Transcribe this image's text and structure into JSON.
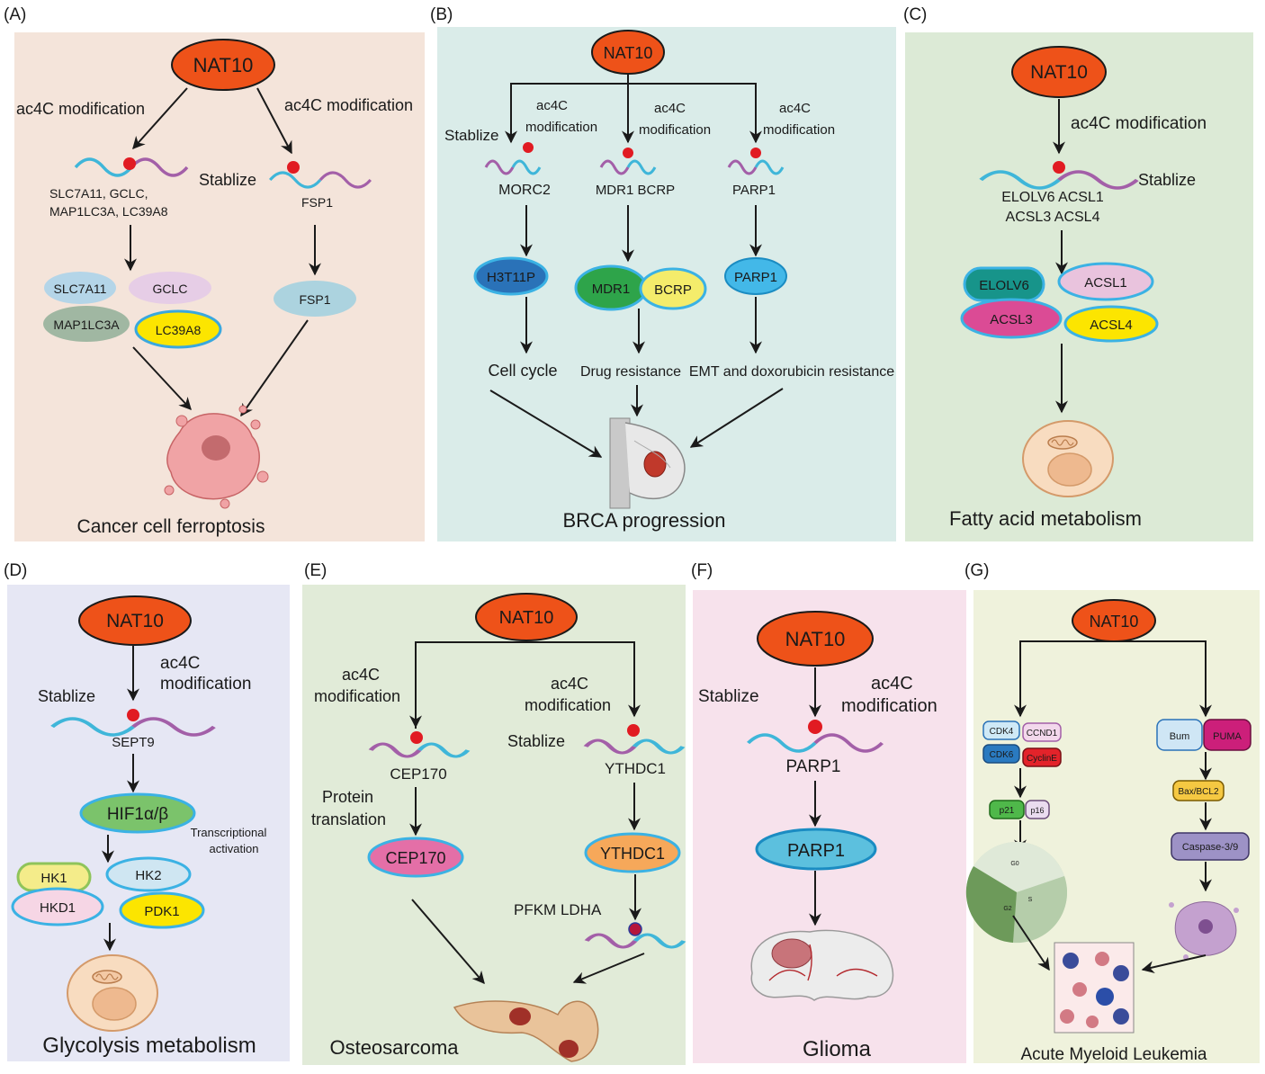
{
  "panels": {
    "a": {
      "letter": "(A)",
      "nat10": "NAT10",
      "ac4c_left": "ac4C modification",
      "ac4c_right": "ac4C modification",
      "stablize": "Stablize",
      "genes_line1": "SLC7A11, GCLC,",
      "genes_line2": "MAP1LC3A, LC39A8",
      "fsp1_mrna": "FSP1",
      "proteins": [
        "SLC7A11",
        "GCLC",
        "MAP1LC3A",
        "LC39A8"
      ],
      "fsp1_protein": "FSP1",
      "outcome": "Cancer cell ferroptosis"
    },
    "b": {
      "letter": "(B)",
      "nat10": "NAT10",
      "ac4c_1a": "ac4C",
      "ac4c_1b": "modification",
      "ac4c_2a": "ac4C",
      "ac4c_2b": "modification",
      "ac4c_3a": "ac4C",
      "ac4c_3b": "modification",
      "stablize": "Stablize",
      "mrna": [
        "MORC2",
        "MDR1 BCRP",
        "PARP1"
      ],
      "proteins": [
        "H3T11P",
        "MDR1",
        "BCRP",
        "PARP1"
      ],
      "effects": [
        "Cell cycle",
        "Drug resistance",
        "EMT and doxorubicin resistance"
      ],
      "outcome": "BRCA progression"
    },
    "c": {
      "letter": "(C)",
      "nat10": "NAT10",
      "ac4c": "ac4C modification",
      "stablize": "Stablize",
      "genes_line1": "ELOLV6 ACSL1",
      "genes_line2": "ACSL3 ACSL4",
      "proteins": [
        "ELOLV6",
        "ACSL1",
        "ACSL3",
        "ACSL4"
      ],
      "outcome": "Fatty acid metabolism"
    },
    "d": {
      "letter": "(D)",
      "nat10": "NAT10",
      "ac4c_a": "ac4C",
      "ac4c_b": "modification",
      "stablize": "Stablize",
      "mrna": "SEPT9",
      "hif": "HIF1α/β",
      "trans_a": "Transcriptional",
      "trans_b": "activation",
      "proteins": [
        "HK1",
        "HK2",
        "HKD1",
        "PDK1"
      ],
      "outcome": "Glycolysis metabolism"
    },
    "e": {
      "letter": "(E)",
      "nat10": "NAT10",
      "ac4c_l_a": "ac4C",
      "ac4c_l_b": "modification",
      "ac4c_r_a": "ac4C",
      "ac4c_r_b": "modification",
      "stablize": "Stablize",
      "mrna_left": "CEP170",
      "mrna_right": "YTHDC1",
      "prot_trans_a": "Protein",
      "prot_trans_b": "translation",
      "protein_left": "CEP170",
      "protein_right": "YTHDC1",
      "targets": "PFKM LDHA",
      "outcome": "Osteosarcoma"
    },
    "f": {
      "letter": "(F)",
      "nat10": "NAT10",
      "stablize": "Stablize",
      "ac4c_a": "ac4C",
      "ac4c_b": "modification",
      "mrna": "PARP1",
      "protein": "PARP1",
      "outcome": "Glioma"
    },
    "g": {
      "letter": "(G)",
      "nat10": "NAT10",
      "left_boxes": [
        "CDK4",
        "CCND1",
        "CDK6",
        "CyclinE"
      ],
      "p21": "p21",
      "p16": "p16",
      "phases": [
        "G0",
        "S",
        "G2"
      ],
      "right_boxes": [
        "Bum",
        "PUMA"
      ],
      "baxbcl2": "Bax/BCL2",
      "caspase": "Caspase-3/9",
      "outcome": "Acute Myeloid  Leukemia"
    }
  },
  "colors": {
    "panel_a_bg": "#f4e4da",
    "panel_b_bg": "#daece9",
    "panel_c_bg": "#dcead6",
    "panel_d_bg": "#e6e7f4",
    "panel_e_bg": "#e1ebd8",
    "panel_f_bg": "#f7e2ec",
    "panel_g_bg": "#eff2dc",
    "nat10_fill": "#ee5219",
    "rna_blue": "#3fb6d9",
    "rna_purple": "#a35fa8",
    "ac4c_dot": "#e11b22"
  }
}
